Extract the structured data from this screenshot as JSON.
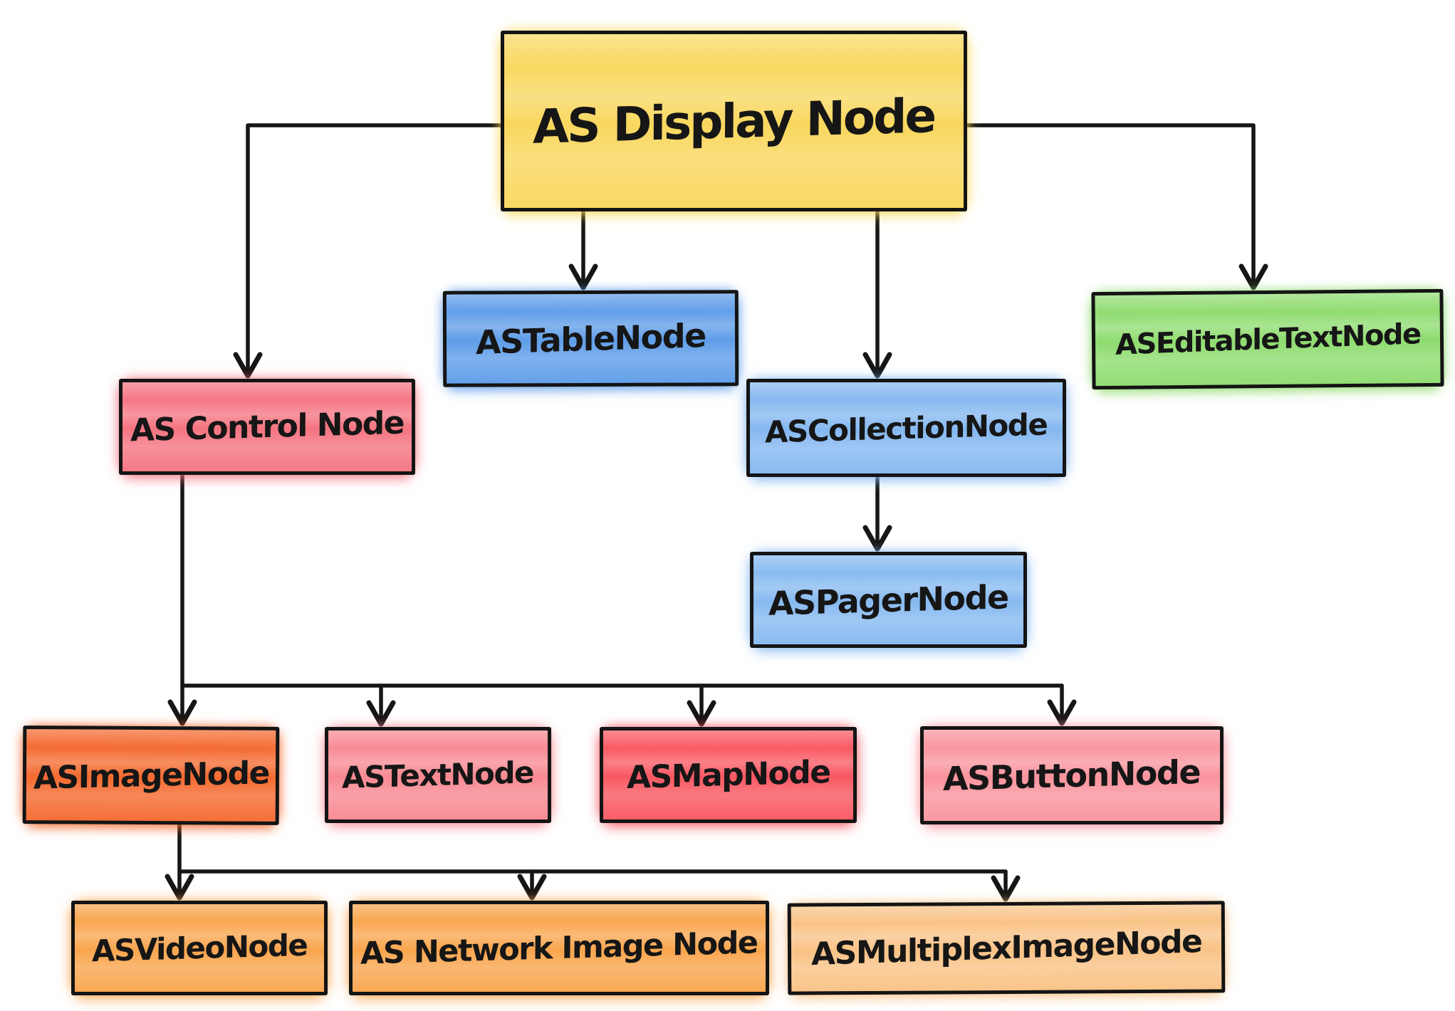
{
  "diagram": {
    "nodes": {
      "display": {
        "label": "AS Display Node",
        "color": "#F9D65A"
      },
      "table": {
        "label": "ASTableNode",
        "color": "#5B9BE8"
      },
      "collection": {
        "label": "ASCollectionNode",
        "color": "#82B6F0"
      },
      "editable": {
        "label": "ASEditableTextNode",
        "color": "#8CDB6C"
      },
      "control": {
        "label": "AS Control Node",
        "color": "#F4717E"
      },
      "pager": {
        "label": "ASPagerNode",
        "color": "#84B8F0"
      },
      "image": {
        "label": "ASImageNode",
        "color": "#F4662A"
      },
      "text": {
        "label": "ASTextNode",
        "color": "#F8868F"
      },
      "map": {
        "label": "ASMapNode",
        "color": "#F9545E"
      },
      "button": {
        "label": "ASButtonNode",
        "color": "#F9919B"
      },
      "video": {
        "label": "ASVideoNode",
        "color": "#F9A349"
      },
      "network": {
        "label": "AS Network Image Node",
        "color": "#F9A349"
      },
      "multiplex": {
        "label": "ASMultiplexImageNode",
        "color": "#F9C183"
      }
    },
    "edges": [
      {
        "from": "AS Display Node",
        "to": "AS Control Node"
      },
      {
        "from": "AS Display Node",
        "to": "ASTableNode"
      },
      {
        "from": "AS Display Node",
        "to": "ASCollectionNode"
      },
      {
        "from": "AS Display Node",
        "to": "ASEditableTextNode"
      },
      {
        "from": "ASCollectionNode",
        "to": "ASPagerNode"
      },
      {
        "from": "AS Control Node",
        "to": "ASImageNode"
      },
      {
        "from": "AS Control Node",
        "to": "ASTextNode"
      },
      {
        "from": "AS Control Node",
        "to": "ASMapNode"
      },
      {
        "from": "AS Control Node",
        "to": "ASButtonNode"
      },
      {
        "from": "ASImageNode",
        "to": "ASVideoNode"
      },
      {
        "from": "ASImageNode",
        "to": "AS Network Image Node"
      },
      {
        "from": "ASImageNode",
        "to": "ASMultiplexImageNode"
      }
    ]
  }
}
